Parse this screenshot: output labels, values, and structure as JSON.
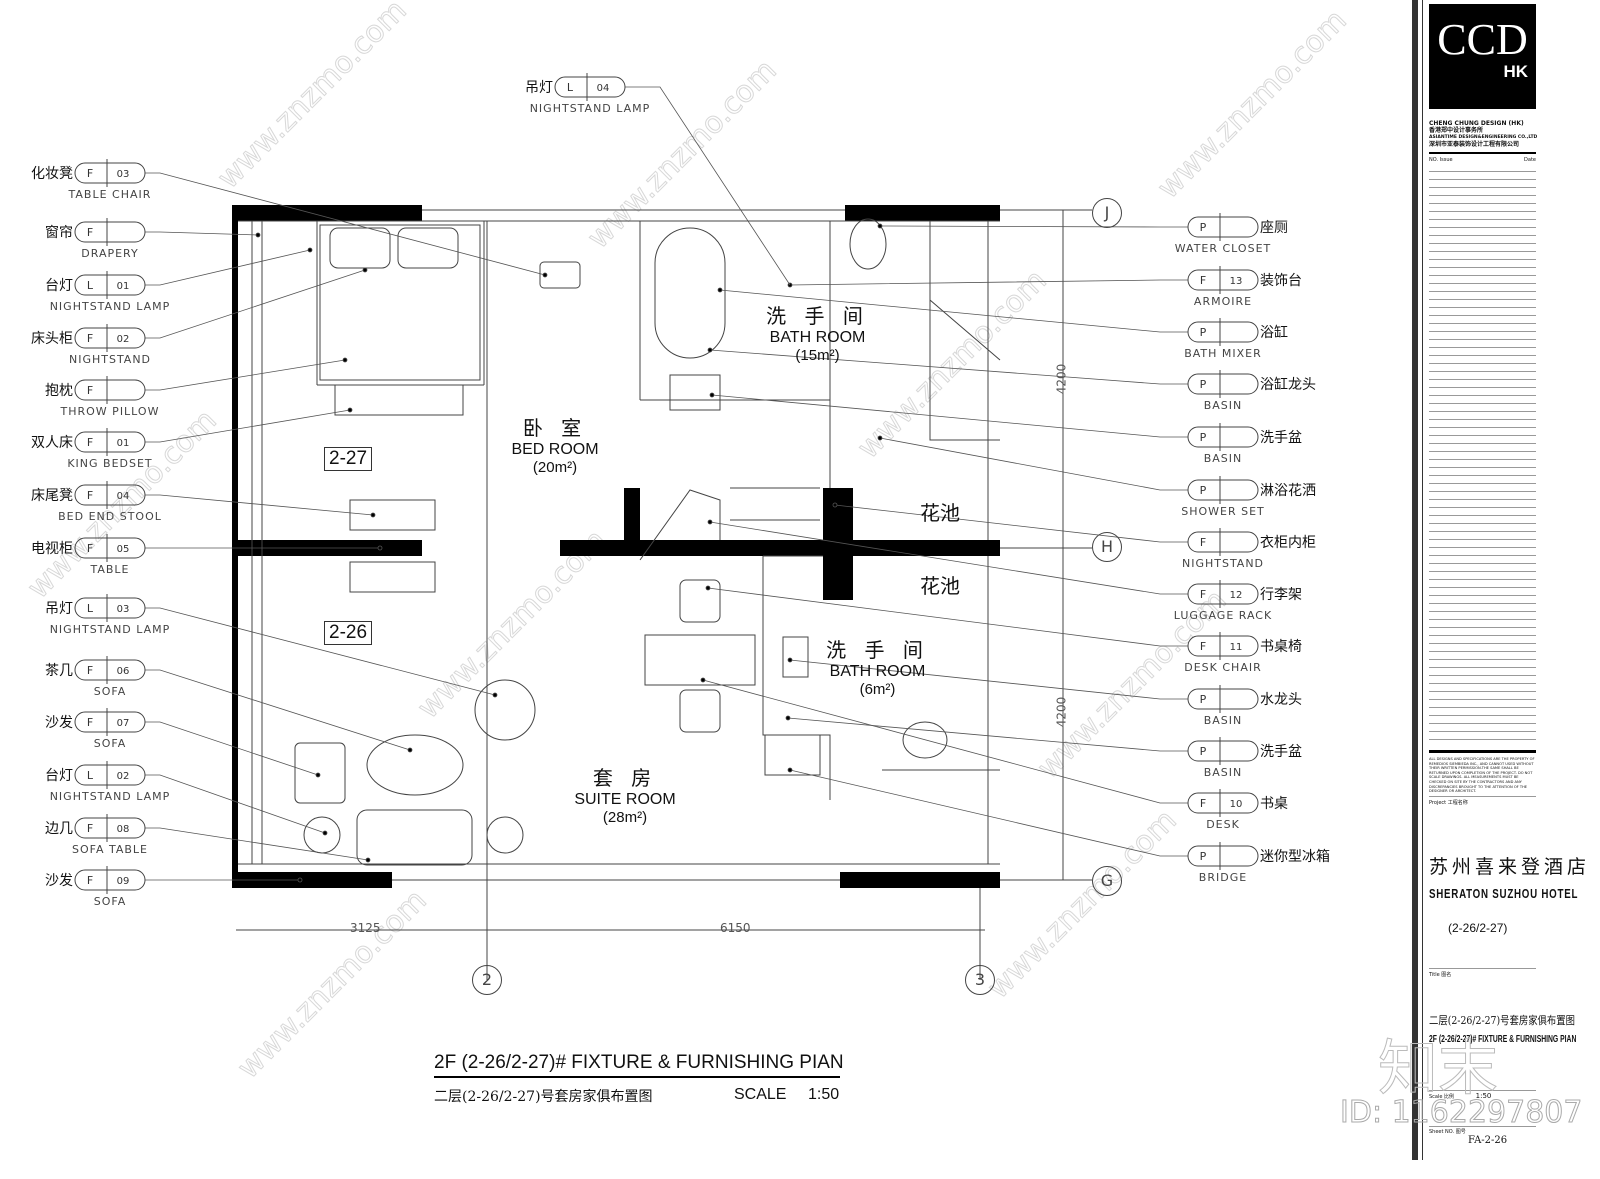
{
  "top_tag": {
    "zh": "吊灯",
    "type": "L",
    "code": "04",
    "en": "NIGHTSTAND LAMP"
  },
  "left_tags": [
    {
      "zh": "化妆凳",
      "type": "F",
      "code": "03",
      "en": "TABLE CHAIR"
    },
    {
      "zh": "窗帘",
      "type": "F",
      "code": "",
      "en": "DRAPERY"
    },
    {
      "zh": "台灯",
      "type": "L",
      "code": "01",
      "en": "NIGHTSTAND LAMP"
    },
    {
      "zh": "床头柜",
      "type": "F",
      "code": "02",
      "en": "NIGHTSTAND"
    },
    {
      "zh": "抱枕",
      "type": "F",
      "code": "",
      "en": "THROW PILLOW"
    },
    {
      "zh": "双人床",
      "type": "F",
      "code": "01",
      "en": "KING BEDSET"
    },
    {
      "zh": "床尾凳",
      "type": "F",
      "code": "04",
      "en": "BED END STOOL"
    },
    {
      "zh": "电视柜",
      "type": "F",
      "code": "05",
      "en": "TABLE"
    },
    {
      "zh": "吊灯",
      "type": "L",
      "code": "03",
      "en": "NIGHTSTAND LAMP"
    },
    {
      "zh": "茶几",
      "type": "F",
      "code": "06",
      "en": "SOFA"
    },
    {
      "zh": "沙发",
      "type": "F",
      "code": "07",
      "en": "SOFA"
    },
    {
      "zh": "台灯",
      "type": "L",
      "code": "02",
      "en": "NIGHTSTAND LAMP"
    },
    {
      "zh": "边几",
      "type": "F",
      "code": "08",
      "en": "SOFA TABLE"
    },
    {
      "zh": "沙发",
      "type": "F",
      "code": "09",
      "en": "SOFA"
    }
  ],
  "right_tags": [
    {
      "zh": "座厕",
      "type": "P",
      "code": "",
      "en": "WATER CLOSET"
    },
    {
      "zh": "装饰台",
      "type": "F",
      "code": "13",
      "en": "ARMOIRE"
    },
    {
      "zh": "浴缸",
      "type": "P",
      "code": "",
      "en": "BATH MIXER"
    },
    {
      "zh": "浴缸龙头",
      "type": "P",
      "code": "",
      "en": "BASIN"
    },
    {
      "zh": "洗手盆",
      "type": "P",
      "code": "",
      "en": "BASIN"
    },
    {
      "zh": "淋浴花洒",
      "type": "P",
      "code": "",
      "en": "SHOWER SET"
    },
    {
      "zh": "衣柜内柜",
      "type": "F",
      "code": "",
      "en": "NIGHTSTAND"
    },
    {
      "zh": "行李架",
      "type": "F",
      "code": "12",
      "en": "LUGGAGE RACK"
    },
    {
      "zh": "书桌椅",
      "type": "F",
      "code": "11",
      "en": "DESK CHAIR"
    },
    {
      "zh": "水龙头",
      "type": "P",
      "code": "",
      "en": "BASIN"
    },
    {
      "zh": "洗手盆",
      "type": "P",
      "code": "",
      "en": "BASIN"
    },
    {
      "zh": "书桌",
      "type": "F",
      "code": "10",
      "en": "DESK"
    },
    {
      "zh": "迷你型冰箱",
      "type": "P",
      "code": "",
      "en": "BRIDGE"
    }
  ],
  "rooms": {
    "bedroom": {
      "zh": "卧 室",
      "en": "BED ROOM",
      "area": "(20m²)"
    },
    "bath1": {
      "zh": "洗 手 间",
      "en": "BATH ROOM",
      "area": "(15m²)"
    },
    "bath2": {
      "zh": "洗 手 间",
      "en": "BATH ROOM",
      "area": "(6m²)"
    },
    "suite": {
      "zh": "套 房",
      "en": "SUITE ROOM",
      "area": "(28m²)"
    },
    "planter1": "花池",
    "planter2": "花池",
    "room_227": "2-27",
    "room_226": "2-26"
  },
  "dimensions": {
    "bottom_left": "3125",
    "bottom_right": "6150",
    "right_upper": "4200",
    "right_lower": "4200"
  },
  "grid": {
    "j": "J",
    "h": "H",
    "g": "G",
    "c2": "2",
    "c3": "3"
  },
  "title": {
    "en": "2F (2-26/2-27)# FIXTURE & FURNISHING PIAN",
    "zh": "二层(2-26/2-27)号套房家俱布置图",
    "scale_label": "SCALE",
    "scale_value": "1:50"
  },
  "title_block": {
    "logo": "CCD",
    "logo_sub": "HK",
    "firm_en": "CHENG CHUNG DESIGN (HK)",
    "firm_zh": "香港郑中设计事务所",
    "firm_en2": "ASIANTIME DESIGN&ENGINEERING CO.,LTD",
    "firm_zh2": "深圳市亚泰装饰设计工程有限公司",
    "issue": "NO. Issue",
    "date": "Date",
    "disclaimer": "ALL DESIGNS AND SPECIFICATIONS ARE THE PROPERTY OF REMEDIOS SIEMBIEDA INC., AND CANNOT USED WITHOUT THEIR WRITTEN PERMISSION.THE SAME SHALL BE RETURNED UPON COMPLETION OF THE PROJECT. DO NOT SCALE DRAWINGS. ALL MEASUREMENTS MUST BE CHECKED ON SITE BY THE CONTRACTORS AND ANY DISCREPANCIES BROUGHT TO THE ATTENTION OF THE DESIGNER OR ARCHITECT.",
    "project_label": "Project 工程名称",
    "project_zh": "苏州喜来登酒店",
    "project_en": "SHERATON SUZHOU HOTEL",
    "project_sub": "(2-26/2-27)",
    "title_label": "Title 图名",
    "title_zh": "二层(2-26/2-27)号套房家俱布置图",
    "title_en": "2F (2-26/2-27)# FIXTURE & FURNISHING PIAN",
    "scale_label": "Scale 比例",
    "scale": "1:50",
    "sheet_label": "Sheet NO. 图号",
    "sheet": "FA-2-26"
  },
  "watermark": {
    "site": "www.znzmo.com",
    "brand": "知末",
    "id": "ID: 1162297807"
  }
}
